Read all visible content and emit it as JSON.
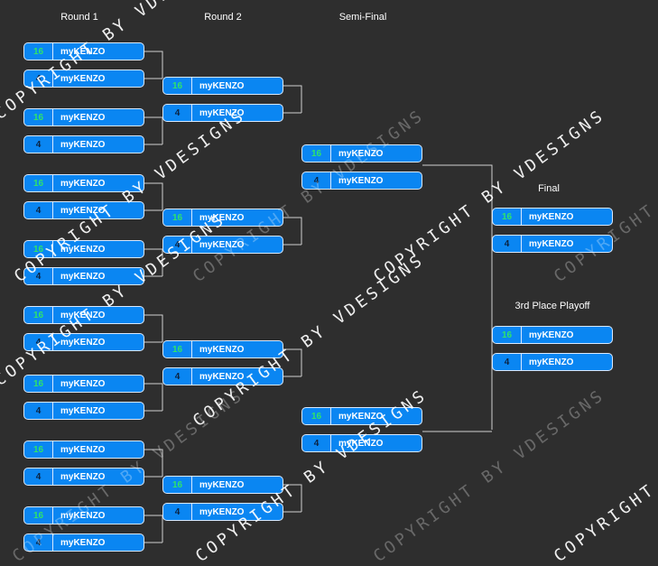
{
  "rounds": [
    {
      "title": "Round 1"
    },
    {
      "title": "Round 2"
    },
    {
      "title": "Semi-Final"
    },
    {
      "title": "Final"
    },
    {
      "title": "3rd Place Playoff"
    }
  ],
  "team_name": "myKENZO",
  "seed_top": "16",
  "seed_bottom": "4",
  "watermark_text": "COPYRIGHT BY VDESIGNS",
  "colors": {
    "background": "#2e2e2e",
    "slot": "#0a86f2",
    "slot_border": "#d8e9ff",
    "seed_top": "#2fe36a",
    "seed_bottom": "#0a2240",
    "connector": "#d0d0d0"
  }
}
